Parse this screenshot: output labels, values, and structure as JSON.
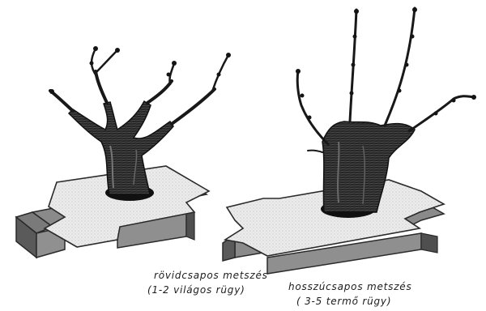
{
  "figures": [
    {
      "id": "left",
      "caption_line1": "rövidcsapos metszés",
      "caption_line2": "(1-2 világos rügy)"
    },
    {
      "id": "right",
      "caption_line1": "hosszúcsapos metszés",
      "caption_line2": "( 3-5 termő rügy)"
    }
  ],
  "colors": {
    "ink": "#141414",
    "trunk_dark": "#1c1c1c",
    "trunk_mid": "#4a4a4a",
    "base_top": "#e8e8e8",
    "base_edge": "#2a2a2a",
    "base_side": "#8a8a8a"
  }
}
